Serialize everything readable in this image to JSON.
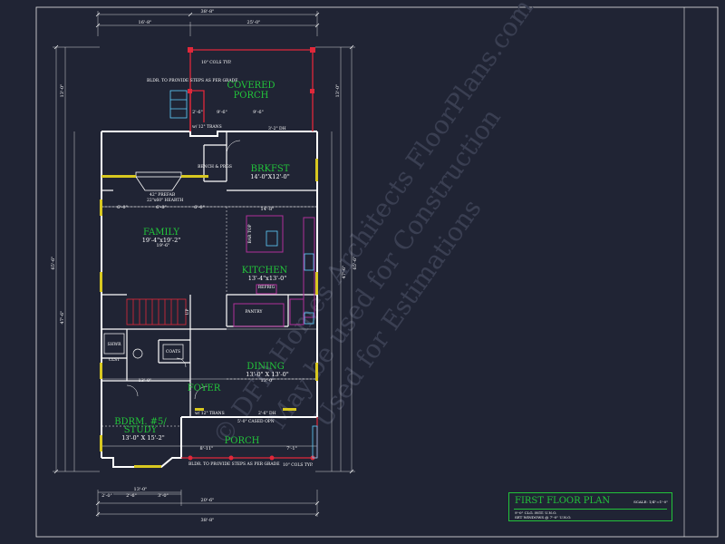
{
  "colors": {
    "background": "#202434",
    "wall": "#ffffff",
    "room_label": "#22c43a",
    "porch_outline": "#e0283a",
    "cabinet": "#b0309a",
    "window": "#d8c820",
    "watermark": "#3a3f52"
  },
  "watermark": {
    "line1": "© DFD Homes Architects FloorPlans.com",
    "line2": "May be used for Construction",
    "line3": "Used for Estimations"
  },
  "rooms": {
    "covered_porch": {
      "name_line1": "COVERED",
      "name_line2": "PORCH"
    },
    "brkfst": {
      "name": "BRKFST",
      "size": "14'-0\"X12'-0\""
    },
    "family": {
      "name": "FAMILY",
      "size": "19'-4\"x19'-2\""
    },
    "kitchen": {
      "name": "KITCHEN",
      "size": "13'-4\"x13'-0\""
    },
    "dining": {
      "name": "DINING",
      "size": "13'-0\" X 13'-0\""
    },
    "foyer": {
      "name": "FOYER"
    },
    "bedroom": {
      "name_line1": "BDRM. #5/",
      "name_line2": "STUDY",
      "size": "13'-0\" X 15'-2\""
    },
    "porch": {
      "name": "PORCH"
    }
  },
  "labels": {
    "bench": "BENCH & PRGS",
    "pantry": "PANTRY",
    "refrig": "REFRIG",
    "bar_top": "BAR TOP",
    "shwr": "SHWR",
    "clst": "CLST",
    "coats": "COATS",
    "prefab": "42\" PREFAB",
    "hearth": "22\"x60\" HEARTH",
    "up": "UP",
    "cols_top": "10\" COLS TYP.",
    "cols_bottom": "10\" COLS TYP.",
    "steps_top": "BLDR. TO PROVIDE STEPS AS PER GRADE",
    "steps_bottom": "BLDR. TO PROVIDE STEPS AS PER GRADE",
    "trans_top": "w/ 12\" TRANS",
    "trans_bottom": "w/ 12\" TRANS",
    "door_top": "3'-2\" DH",
    "door_bottom": "2'-6\" DH",
    "cased": "5'-0\" CASED OPN"
  },
  "dims": {
    "top_total": "38'-8\"",
    "top_left": "16'-8\"",
    "top_right": "25'-0\"",
    "bottom_total": "38'-8\"",
    "bottom_mid": "20'-6\"",
    "bottom_left": "13'-0\"",
    "left_total": "65'-6\"",
    "left_mid": "47'-6\"",
    "left_top": "13'-0\"",
    "right_total": "65'-6\"",
    "right_mid": "47'-6\"",
    "right_top": "13'-0\"",
    "fam_w": "19'-6\"",
    "kit_w": "14'-8\"",
    "din_w": "13'-0\"",
    "br_w": "13'-0\"",
    "porch_w": "8'-11\"",
    "porch_w2": "7'-1\"",
    "fam_a": "6'-0\"",
    "fam_b": "6'-8\"",
    "fam_c": "6'-0\"",
    "porch_top_a": "2'-6\"",
    "porch_top_b": "9'-6\"",
    "porch_top_c": "9'-6\"",
    "bay_a": "2'-0\"",
    "bay_b": "2'-6\"",
    "bay_c": "3'-0\""
  },
  "title_block": {
    "title": "FIRST FLOOR PLAN",
    "scale": "SCALE: 1/4\"=1'-0\"",
    "note1": "9'-0\" CLG. HGT. U.N.O.",
    "note2": "SET WINDOWS @ 7'-0\" U.N.O."
  }
}
